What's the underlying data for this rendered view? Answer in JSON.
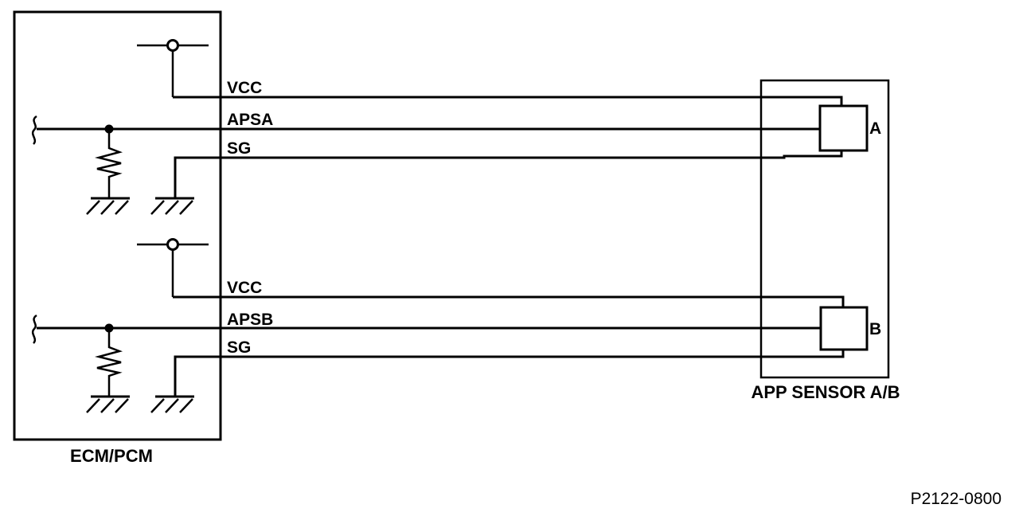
{
  "colors": {
    "background": "#ffffff",
    "line": "#000000"
  },
  "ecm": {
    "label": "ECM/PCM"
  },
  "sensor": {
    "label": "APP SENSOR A/B",
    "pin_a_label": "A",
    "pin_b_label": "B"
  },
  "wire_labels": {
    "vcc_a": "VCC",
    "apsa": "APSA",
    "sg_a": "SG",
    "vcc_b": "VCC",
    "apsb": "APSB",
    "sg_b": "SG"
  },
  "figure_code": "P2122-0800"
}
